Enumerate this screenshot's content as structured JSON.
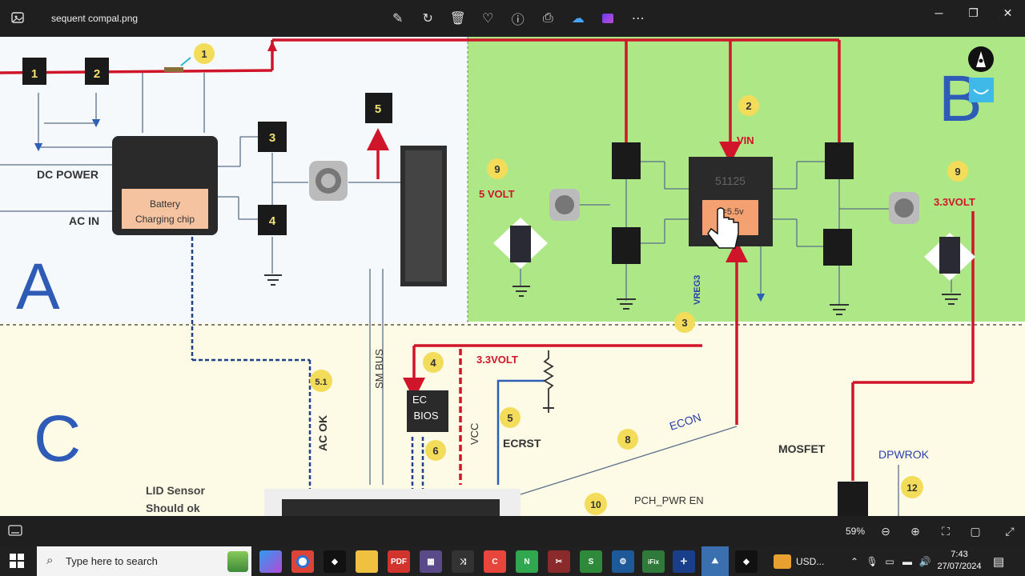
{
  "window": {
    "file_name": "sequent compal.png",
    "toolbar_icons": [
      "edit-icon",
      "rotate-icon",
      "delete-icon",
      "favorite-icon",
      "info-icon",
      "print-icon",
      "onedrive-icon",
      "clipchamp-icon",
      "more-icon"
    ],
    "minimize_icon": "─",
    "maximize_icon": "❐",
    "close_icon": "✕"
  },
  "diagram": {
    "sections": {
      "a": "A",
      "b": "B",
      "c": "C"
    },
    "labels": {
      "dc_power": "DC POWER",
      "ac_in": "AC IN",
      "battery_chip_line1": "Battery",
      "battery_chip_line2": "Charging chip",
      "vin": "VIN",
      "five_volt": "5 VOLT",
      "three_volt_right": "3.3VOLT",
      "three_volt_mid": "3.3VOLT",
      "vreg3": "VREG3",
      "sm_bus": "SM BUS",
      "ac_ok": "AC OK",
      "ec_bios_line1": "EC",
      "ec_bios_line2": "BIOS",
      "vcc": "VCC",
      "ecrst": "ECRST",
      "econ": "ECON",
      "mosfet": "MOSFET",
      "dpwrok": "DPWROK",
      "pch_pwr_en": "PCH_PWR EN",
      "lid_sensor_line1": "LID Sensor",
      "lid_sensor_line2": "Should ok",
      "ic_51125": "51125",
      "ic_inner": "3=5.5v"
    },
    "chip_numbers": {
      "c1": "1",
      "c2": "2",
      "c3": "3",
      "c4": "4",
      "c5": "5"
    },
    "badges": {
      "b1": "1",
      "b2": "2",
      "b3": "3",
      "b4": "4",
      "b5": "5",
      "b51": "5.1",
      "b6": "6",
      "b8": "8",
      "b9a": "9",
      "b9b": "9",
      "b10": "10",
      "b12": "12"
    }
  },
  "status": {
    "zoom": "59%"
  },
  "taskbar": {
    "search_placeholder": "Type here to search",
    "tray_text": "USD...",
    "time": "7:43",
    "date": "27/07/2024"
  }
}
